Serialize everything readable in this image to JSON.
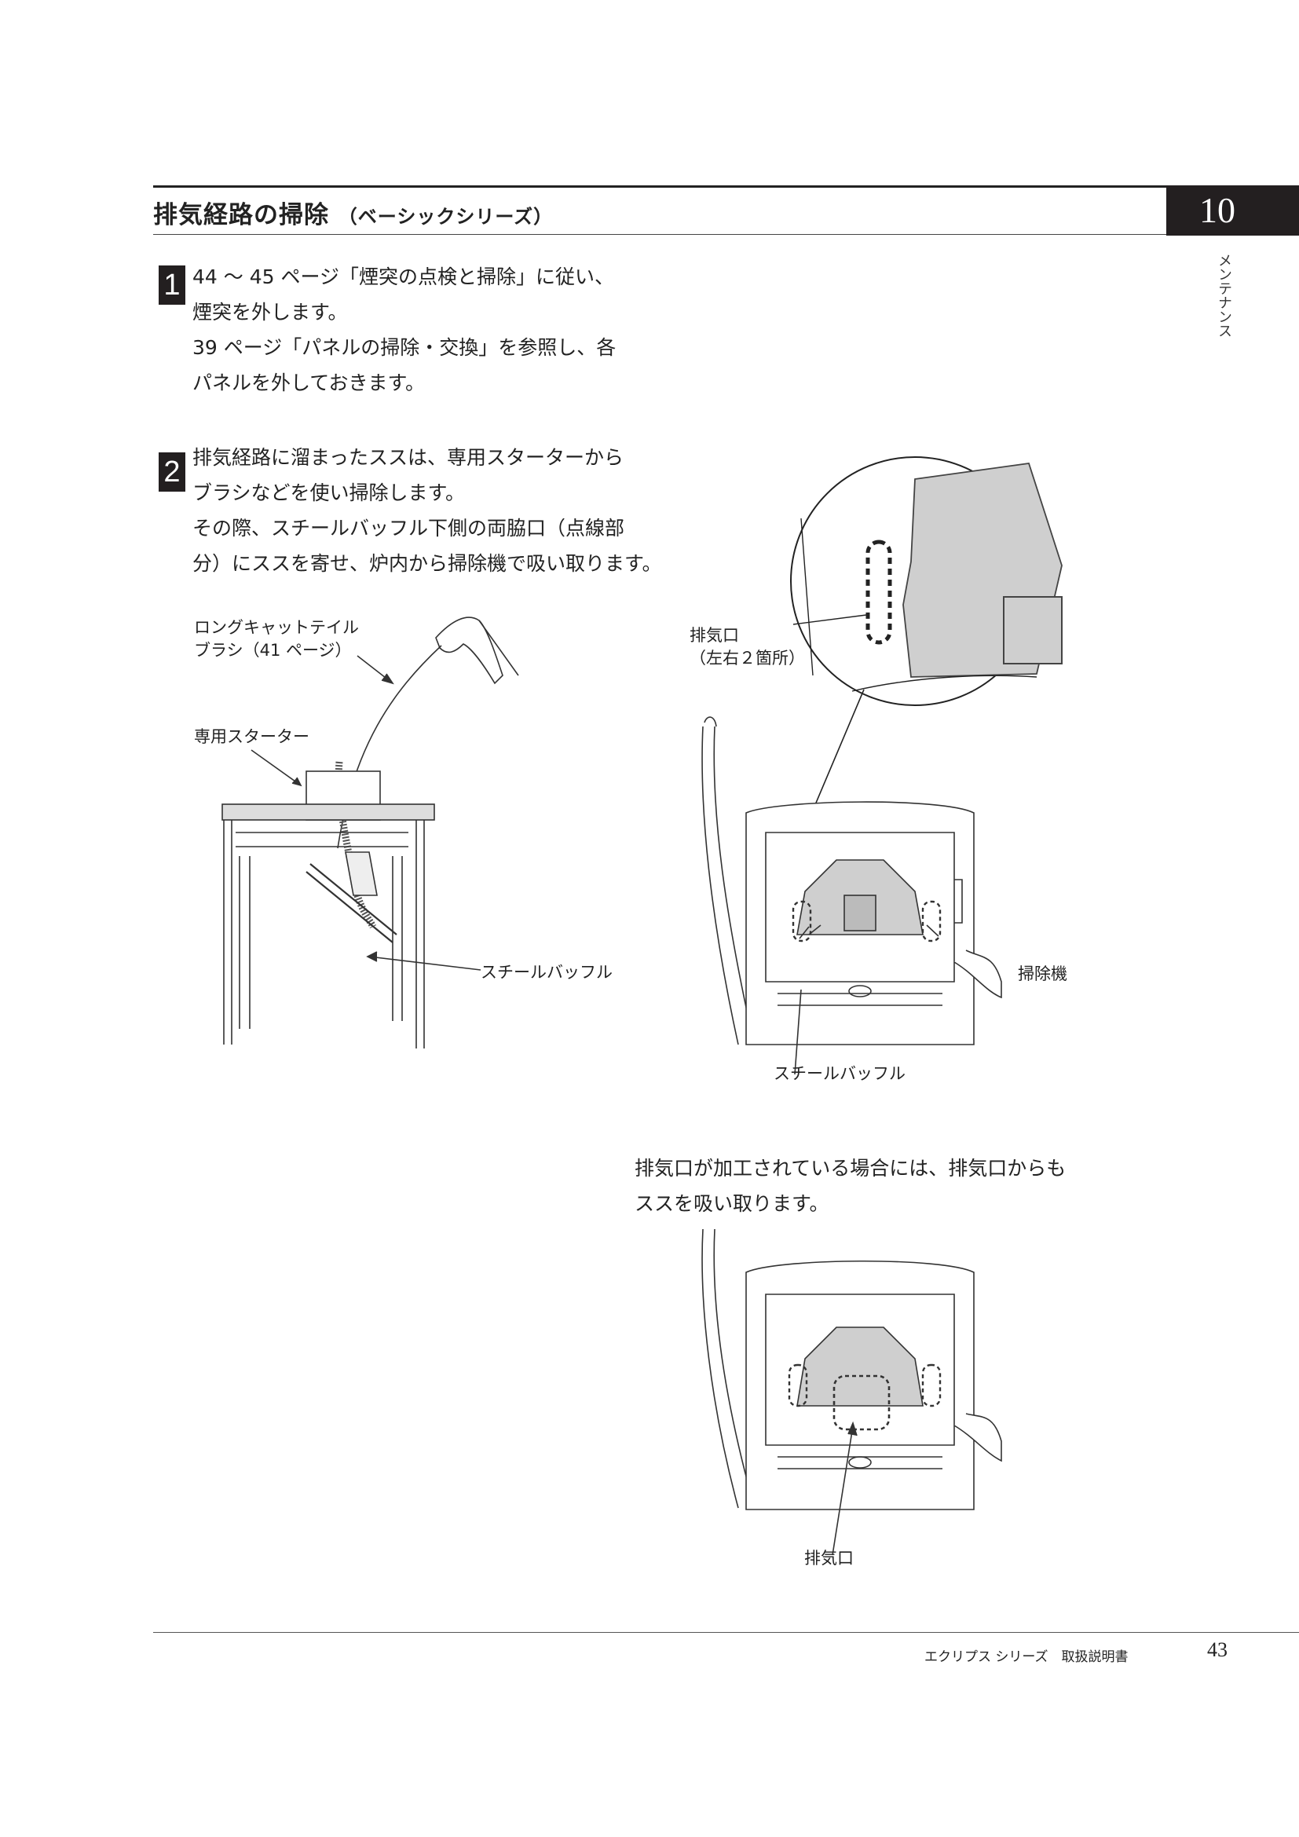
{
  "header": {
    "title": "排気経路の掃除",
    "subtitle": "（ベーシックシリーズ）",
    "chapter_number": "10",
    "chapter_label": "メンテナンス"
  },
  "steps": [
    {
      "number": "1",
      "lines": [
        "44 ～ 45 ページ「煙突の点検と掃除」に従い、",
        "煙突を外します。",
        "39 ページ「パネルの掃除・交換」を参照し、各",
        "パネルを外しておきます。"
      ]
    },
    {
      "number": "2",
      "lines": [
        "排気経路に溜まったススは、専用スターターから",
        "ブラシなどを使い掃除します。",
        "その際、スチールバッフル下側の両脇口（点線部",
        "分）にススを寄せ、炉内から掃除機で吸い取ります。"
      ]
    }
  ],
  "figure_left": {
    "brush_label_1": "ロングキャットテイル",
    "brush_label_2": "ブラシ（41 ページ）",
    "starter_label": "専用スターター",
    "baffle_label": "スチールバッフル"
  },
  "figure_right": {
    "exhaust_label_1": "排気口",
    "exhaust_label_2": "（左右２箇所）",
    "vacuum_label": "掃除機",
    "baffle_label": "スチールバッフル"
  },
  "note": {
    "lines": [
      "排気口が加工されている場合には、排気口からも",
      "ススを吸い取ります。"
    ]
  },
  "figure_bottom": {
    "exhaust_label": "排気口"
  },
  "footer": {
    "text": "エクリプス シリーズ　取扱説明書",
    "page": "43"
  }
}
